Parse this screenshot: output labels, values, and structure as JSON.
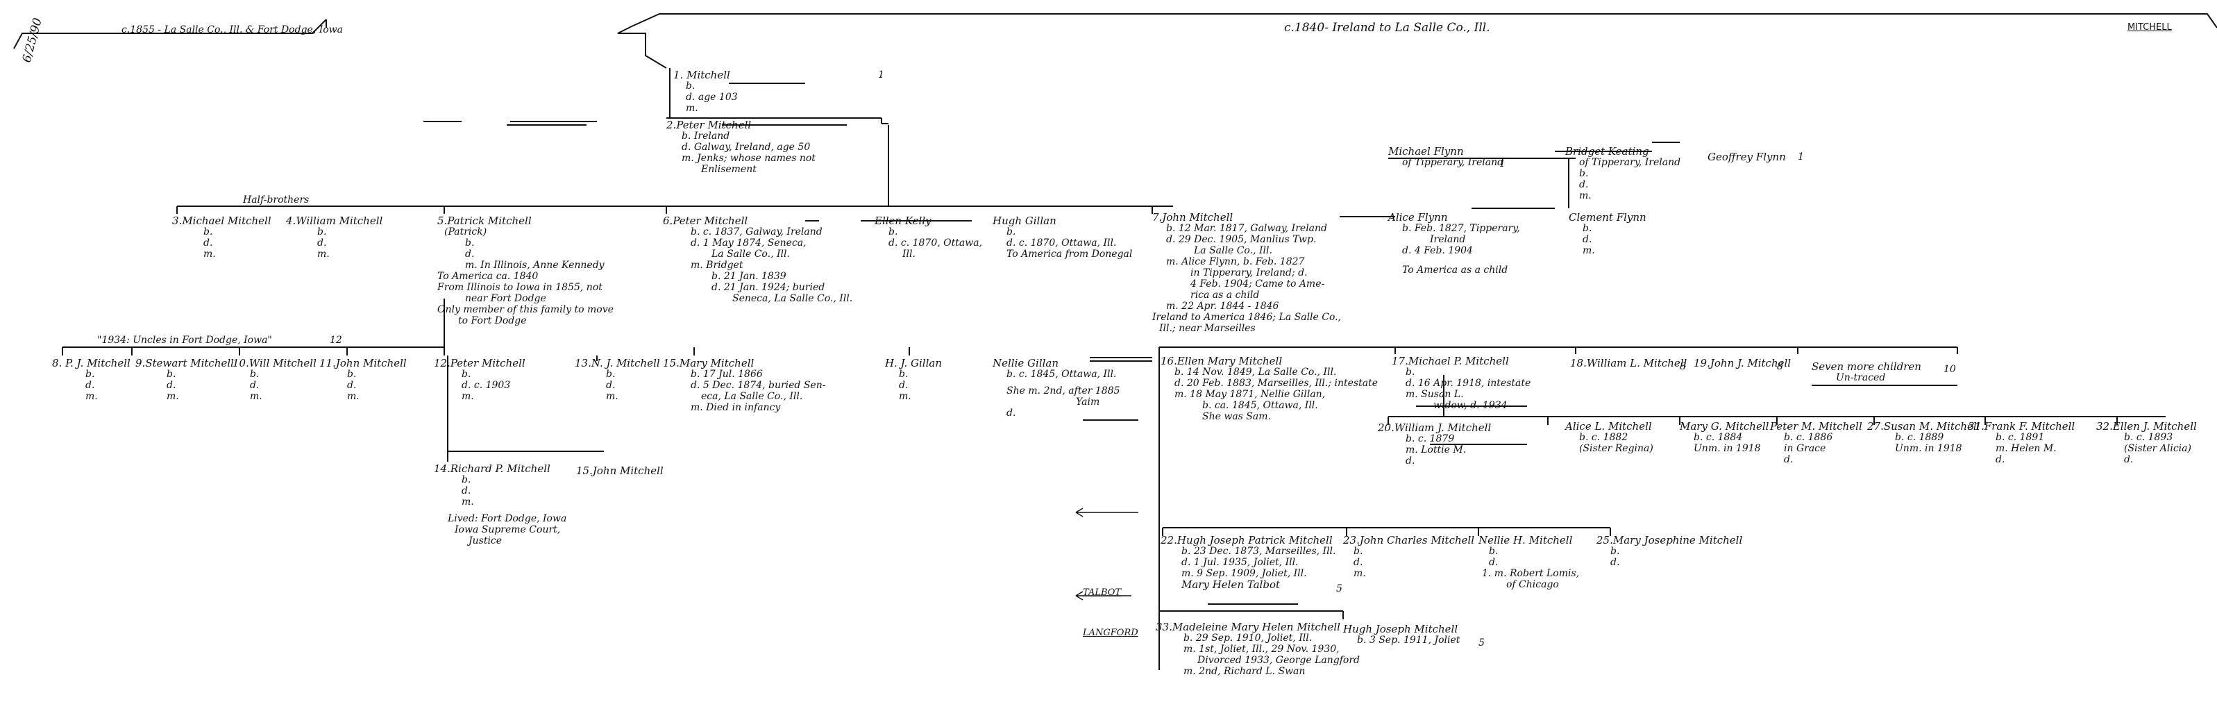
{
  "header": {
    "date": "6/25/90",
    "left_caption": "c.1855 - La Salle Co., Ill. & Fort Dodge, Iowa",
    "center_caption": "c.1840- Ireland to La Salle Co., Ill.",
    "surname": "MITCHELL"
  },
  "top": {
    "p1": {
      "num": "1.",
      "name": "Mitchell",
      "b": "b.",
      "d": "d. age 103",
      "m": "m.",
      "ref": "1"
    },
    "p2": {
      "num": "2.",
      "name": "Peter Mitchell",
      "b": "b. Ireland",
      "d": "d. Galway, Ireland, age 50",
      "m": "m. Jenks; whose names not",
      "m2": "Enlisement"
    }
  },
  "half_brothers_label": "Half-brothers",
  "gen3": {
    "michael": {
      "num": "3.",
      "name": "Michael Mitchell",
      "b": "b.",
      "d": "d.",
      "m": "m."
    },
    "william": {
      "num": "4.",
      "name": "William Mitchell",
      "b": "b.",
      "d": "d.",
      "m": "m."
    },
    "patrick": {
      "num": "5.",
      "name": "Patrick Mitchell",
      "alt": "(Patrick)",
      "b": "b.",
      "d": "d.",
      "m": "m. In Illinois, Anne Kennedy",
      "l1": "To America ca. 1840",
      "l2": "From Illinois to Iowa in 1855, not",
      "l3": "near Fort Dodge",
      "l4": "Only member of this family to move",
      "l5": "to Fort Dodge"
    },
    "peter": {
      "num": "6.",
      "name": "Peter Mitchell",
      "b": "b. c. 1837, Galway, Ireland",
      "d": "d. 1 May 1874, Seneca,",
      "d2": "La Salle Co., Ill.",
      "m": "m. Bridget",
      "mb": "b. 21 Jan. 1839",
      "md": "d. 21 Jan. 1924; buried",
      "md2": "Seneca, La Salle Co., Ill."
    },
    "ellen": {
      "name": "Ellen Kelly",
      "b": "b.",
      "d": "d. c. 1870, Ottawa,",
      "d2": "Ill."
    },
    "hugh": {
      "name": "Hugh Gillan",
      "b": "b.",
      "d": "d. c. 1870, Ottawa, Ill.",
      "note": "To America from Donegal"
    },
    "john": {
      "num": "7.",
      "name": "John Mitchell",
      "b": "b. 12 Mar. 1817, Galway, Ireland",
      "d": "d. 29 Dec. 1905, Manlius Twp.",
      "d2": "La Salle Co., Ill.",
      "m": "m. Alice Flynn, b. Feb. 1827",
      "m2": "in Tipperary, Ireland; d.",
      "m3": "4 Feb. 1904; Came to Ame-",
      "m4": "rica as a child",
      "m5": "m. 22 Apr. 1844 - 1846",
      "l1": "Ireland to America 1846; La Salle Co.,",
      "l2": "Ill.; near Marseilles"
    },
    "alice": {
      "name": "Alice Flynn",
      "b": "b. Feb. 1827, Tipperary,",
      "b2": "Ireland",
      "d": "d. 4 Feb. 1904",
      "note": "To America as a child"
    },
    "clement": {
      "name": "Clement Flynn",
      "b": "b.",
      "d": "d.",
      "m": "m."
    }
  },
  "flynn": {
    "michael": {
      "name": "Michael Flynn",
      "place": "of Tipperary, Ireland",
      "ref": "1"
    },
    "bridget": {
      "name": "Bridget Keating",
      "place": "of Tipperary, Ireland",
      "b": "b.",
      "d": "d.",
      "m": "m."
    },
    "geoffrey": {
      "name": "Geoffrey Flynn",
      "ref": "1"
    }
  },
  "gen4": {
    "bar_label": "\"1934: Uncles in Fort Dodge, Iowa\"",
    "bar_num": "12",
    "pj": {
      "num": "8.",
      "name": "P. J. Mitchell",
      "b": "b.",
      "d": "d.",
      "m": "m."
    },
    "stewart": {
      "num": "9.",
      "name": "Stewart Mitchell",
      "b": "b.",
      "d": "d.",
      "m": "m."
    },
    "will": {
      "num": "10.",
      "name": "Will Mitchell",
      "b": "b.",
      "d": "d.",
      "m": "m."
    },
    "john": {
      "num": "11.",
      "name": "John Mitchell",
      "b": "b.",
      "d": "d.",
      "m": "m."
    },
    "peter": {
      "num": "12.",
      "name": "Peter Mitchell",
      "b": "b.",
      "d": "d. c. 1903",
      "m": "m."
    },
    "nj": {
      "num": "13.",
      "name": "N. J. Mitchell",
      "b": "b.",
      "d": "d.",
      "m": "m."
    },
    "mary": {
      "num": "15.",
      "name": "Mary Mitchell",
      "b": "b. 17 Jul. 1866",
      "d": "d. 5 Dec. 1874, buried Sen-",
      "d2": "eca, La Salle Co., Ill.",
      "m": "m. Died in infancy"
    },
    "hj": {
      "name": "H. J. Gillan",
      "b": "b.",
      "d": "d.",
      "m": "m."
    },
    "nellie": {
      "name": "Nellie Gillan",
      "b": "b. c. 1845, Ottawa, Ill.",
      "note": "She m. 2nd, after 1885",
      "yaim": "Yaim",
      "d": "d."
    },
    "ellen": {
      "num": "16.",
      "name": "Ellen Mary Mitchell",
      "b": "b. 14 Nov. 1849, La Salle Co., Ill.",
      "d": "d. 20 Feb. 1883, Marseilles, Ill.; intestate",
      "m": "m. 18 May 1871, Nellie Gillan,",
      "m2": "b. ca. 1845, Ottawa, Ill.",
      "note": "She was Sam."
    },
    "michael": {
      "num": "17.",
      "name": "Michael P. Mitchell",
      "b": "b.",
      "d": "d. 16 Apr. 1918, intestate",
      "m": "m. Susan L.",
      "w": "widow, d. 1934"
    },
    "william": {
      "num": "18.",
      "name": "William L. Mitchell",
      "ref": "8"
    },
    "johnj": {
      "num": "19.",
      "name": "John J. Mitchell",
      "ref": "8"
    },
    "seven": {
      "l1": "Seven more children",
      "l2": "Un-traced",
      "ref": "10"
    }
  },
  "grandkids_patrick": {
    "richard": {
      "num": "14.",
      "name": "Richard P. Mitchell",
      "b": "b.",
      "d": "d.",
      "m": "m.",
      "l1": "Lived: Fort Dodge, Iowa",
      "l2": "Iowa Supreme Court,",
      "l3": "Justice"
    },
    "john": {
      "num": "15.",
      "name": "John Mitchell"
    }
  },
  "row5": {
    "william": {
      "num": "20.",
      "name": "William J. Mitchell",
      "b": "b. c. 1879",
      "m": "m. Lottie M.",
      "d": "d."
    },
    "alice": {
      "name": "Alice L. Mitchell",
      "b": "b. c. 1882",
      "note": "(Sister Regina)"
    },
    "mary": {
      "name": "Mary G. Mitchell",
      "b": "b. c. 1884",
      "note": "Unm. in 1918"
    },
    "peter": {
      "name": "Peter M. Mitchell",
      "b": "b. c. 1886",
      "note": "in Grace",
      "d": "d."
    },
    "susan": {
      "num": "27.",
      "name": "Susan M. Mitchell",
      "b": "b. c. 1889",
      "note": "Unm. in 1918"
    },
    "frank": {
      "num": "31.",
      "name": "Frank F. Mitchell",
      "b": "b. c. 1891",
      "m": "m. Helen M.",
      "d": "d."
    },
    "ellen": {
      "num": "32.",
      "name": "Ellen J. Mitchell",
      "b": "b. c. 1893",
      "note": "(Sister Alicia)",
      "d": "d."
    }
  },
  "row6": {
    "hugh": {
      "num": "22.",
      "name": "Hugh Joseph Patrick Mitchell",
      "b": "b. 23 Dec. 1873, Marseilles, Ill.",
      "d": "d. 1 Jul. 1935, Joliet, Ill.",
      "m": "m. 9 Sep. 1909, Joliet, Ill.",
      "m2": "Mary Helen Talbot",
      "ref": "5"
    },
    "john": {
      "num": "23.",
      "name": "John Charles Mitchell",
      "b": "b.",
      "d": "d.",
      "m": "m."
    },
    "nellie": {
      "name": "Nellie H. Mitchell",
      "b": "b.",
      "d": "d.",
      "m": "1. m. Robert Lomis,",
      "m2": "of Chicago"
    },
    "mary": {
      "num": "25.",
      "name": "Mary Josephine Mitchell",
      "b": "b.",
      "d": "d."
    }
  },
  "row7": {
    "madeleine": {
      "num": "33.",
      "name": "Madeleine Mary Helen Mitchell",
      "b": "b. 29 Sep. 1910, Joliet, Ill.",
      "m": "m. 1st, Joliet, Ill., 29 Nov. 1930,",
      "m2": "Divorced 1933, George Langford",
      "m3": "m. 2nd, Richard L. Swan"
    },
    "hugh": {
      "name": "Hugh Joseph Mitchell",
      "b": "b. 3 Sep. 1911, Joliet",
      "ref": "5"
    }
  },
  "refs": {
    "talbot": "TALBOT",
    "langford": "LANGFORD"
  }
}
